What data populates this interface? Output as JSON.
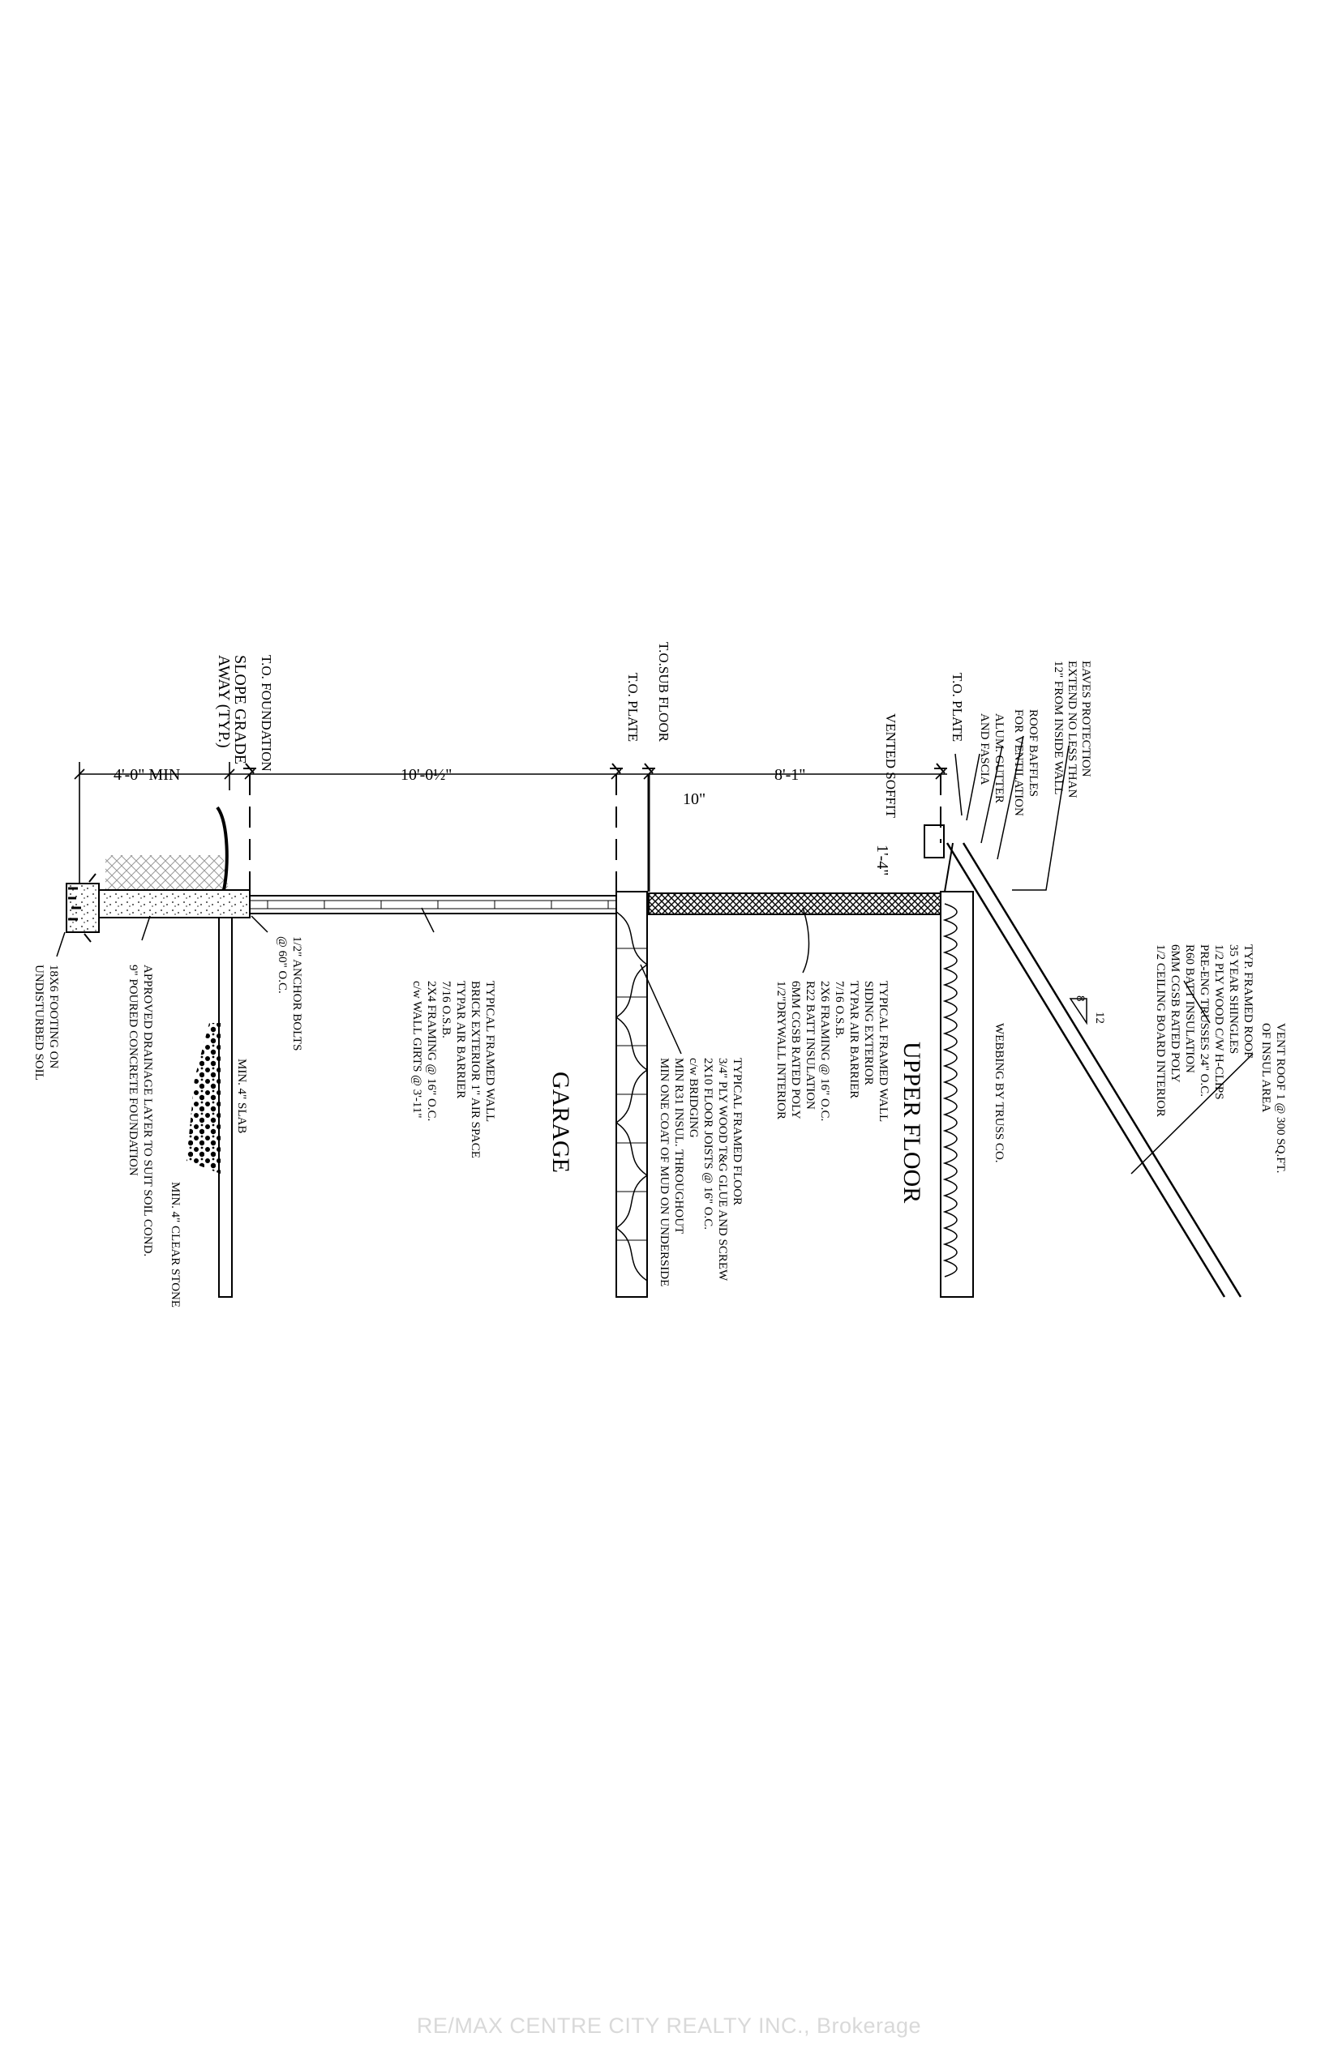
{
  "datums": {
    "foundation": "T.O. FOUNDATION",
    "slope": [
      "SLOPE GRADE",
      "AWAY (TYP.)"
    ],
    "plate_lower": "T.O. PLATE",
    "subfloor": "T.O.SUB FLOOR",
    "plate_upper": "T.O. PLATE",
    "soffit": "VENTED SOFFIT"
  },
  "dims": {
    "d1": "4'-0\"  MIN",
    "d2": "10'-0½\"",
    "d3": "10\"",
    "d4": "8'-1\"",
    "d5": "1'-4\""
  },
  "eaves_notes": [
    "EAVES PROTECTION",
    "EXTEND NO LESS THAN",
    "12\" FROM INSIDE WALL"
  ],
  "baffle_notes": [
    "ROOF BAFFLES",
    "FOR VENTILATION"
  ],
  "gutter_notes": [
    "ALUM. GUTTER",
    "AND FASCIA"
  ],
  "roof_notes": [
    "TYP. FRAMED ROOF",
    "35 YEAR SHINGLES",
    "1/2 PLY WOOD C/W H-CLIPS",
    "PRE-ENG TRUSSES 24\" O.C.",
    "R60 BATT INSULATION",
    "6MM CGSB RATED POLY",
    "1/2 CEILING BOARD INTERIOR"
  ],
  "vent_notes": [
    "VENT ROOF 1 @ 300 SQ.FT.",
    "OF INSUL AREA"
  ],
  "slope_ratio": {
    "rise": "8",
    "run": "12"
  },
  "webbing": "WEBBING BY TRUSS CO.",
  "upper_floor": "UPPER FLOOR",
  "upper_wall_notes": [
    "TYPICAL FRAMED WALL",
    "SIDING EXTERIOR",
    "TYPAR AIR BARRIER",
    "7/16 O.S.B.",
    "2X6 FRAMING @ 16\" O.C.",
    "R22 BATT INSULATION",
    "6MM CGSB RATED POLY",
    "1/2\"DRYWALL INTERIOR"
  ],
  "floor_notes": [
    "TYPICAL FRAMED FLOOR",
    "3/4\" PLY WOOD T&G GLUE AND SCREW",
    "2X10 FLOOR JOISTS @ 16\" O.C.",
    "c/w BRIDGING",
    "MIN R31 INSUL. THROUGHOUT",
    "MIN ONE COAT OF MUD ON UNDERSIDE"
  ],
  "garage": "GARAGE",
  "garage_wall_notes": [
    "TYPICAL FRAMED WALL",
    "BRICK EXTERIOR 1\" AIR SPACE",
    "TYPAR AIR BARRIER",
    "7/16 O.S.B.",
    "2X4 FRAMING @ 16\" O.C.",
    "c/w WALL GIRTS @ 3'-11\""
  ],
  "anchor_notes": [
    "1/2\" ANCHOR BOLTS",
    "@ 60\" O.C."
  ],
  "slab_note": "MIN. 4\" SLAB",
  "stone_note": "MIN. 4\" CLEAR STONE",
  "drainage_notes": [
    "APPROVED DRAINAGE LAYER TO SUIT SOIL COND.",
    "9\" POURED CONCRETE FOUNDATION"
  ],
  "footing_notes": [
    "18X6 FOOTING ON",
    "UNDISTURBED SOIL"
  ],
  "watermark": "RE/MAX CENTRE CITY REALTY INC., Brokerage",
  "colors": {
    "line": "#000000",
    "watermark": "#d9d9d9",
    "background": "#ffffff"
  }
}
